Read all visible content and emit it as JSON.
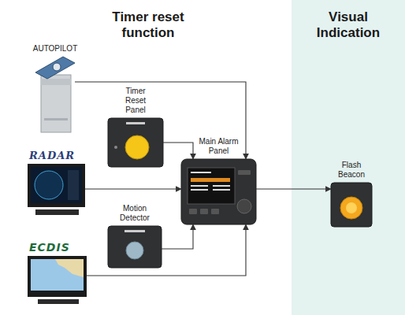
{
  "diagram": {
    "title": "Timer reset function",
    "nodes": [
      {
        "text": [
          "AUTOPILOT"
        ]
      },
      {
        "text": [
          "Timer Reset Panel"
        ]
      },
      {
        "text": [
          "RADAR"
        ]
      },
      {
        "text": [
          "Main Alarm Panel"
        ]
      },
      {
        "text": [
          "Motion Detector"
        ]
      },
      {
        "text": [
          "ECDIS"
        ]
      },
      {
        "text": [
          "Visual Indication"
        ]
      },
      {
        "text": [
          "Flash Beacon"
        ],
        "in": 6
      }
    ],
    "edges": [
      {
        "from": 0,
        "to": 3,
        "arrow": "to"
      },
      {
        "from": 1,
        "to": 3,
        "arrow": "to"
      },
      {
        "from": 2,
        "to": 3,
        "arrow": "to"
      },
      {
        "from": 4,
        "to": 3,
        "arrow": "to"
      },
      {
        "from": 5,
        "to": 3,
        "arrow": "to"
      },
      {
        "from": 3,
        "to": 7,
        "arrow": "to"
      }
    ]
  }
}
